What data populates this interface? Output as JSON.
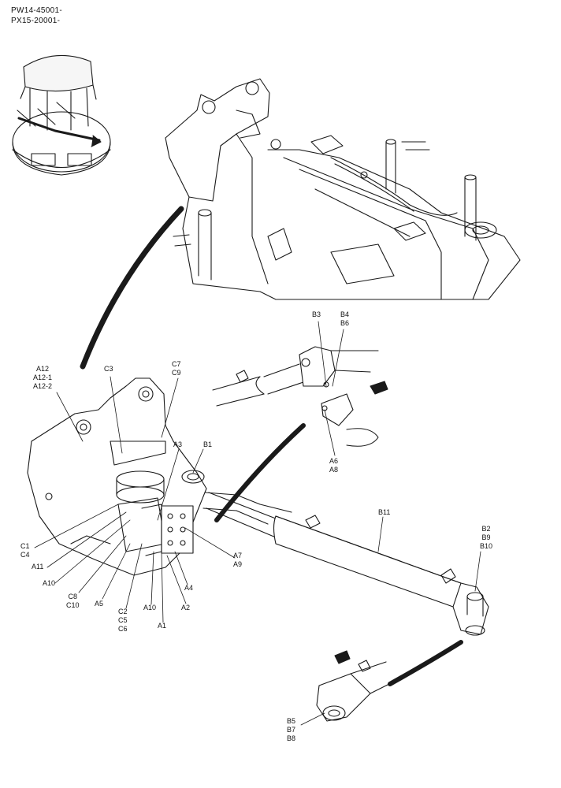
{
  "header": {
    "serials": [
      "PW14-45001-",
      "PX15-20001-"
    ]
  },
  "callouts": {
    "a12_group": [
      "A12",
      "A12-1",
      "A12-2"
    ],
    "c3": [
      "C3"
    ],
    "c7_c9": [
      "C7",
      "C9"
    ],
    "a3": [
      "A3"
    ],
    "b1": [
      "B1"
    ],
    "b3": [
      "B3"
    ],
    "b4_b6": [
      "B4",
      "B6"
    ],
    "a6_a8": [
      "A6",
      "A8"
    ],
    "b11": [
      "B11"
    ],
    "b2_b9_b10": [
      "B2",
      "B9",
      "B10"
    ],
    "a7_a9": [
      "A7",
      "A9"
    ],
    "c1_c4": [
      "C1",
      "C4"
    ],
    "a11": [
      "A11"
    ],
    "a10_left": [
      "A10"
    ],
    "c8_c10": [
      "C8",
      "C10"
    ],
    "a5": [
      "A5"
    ],
    "c2_c5_c6": [
      "C2",
      "C5",
      "C6"
    ],
    "a10_mid": [
      "A10"
    ],
    "a1": [
      "A1"
    ],
    "a2": [
      "A2"
    ],
    "a4": [
      "A4"
    ],
    "b5_b7_b8": [
      "B5",
      "B7",
      "B8"
    ]
  }
}
